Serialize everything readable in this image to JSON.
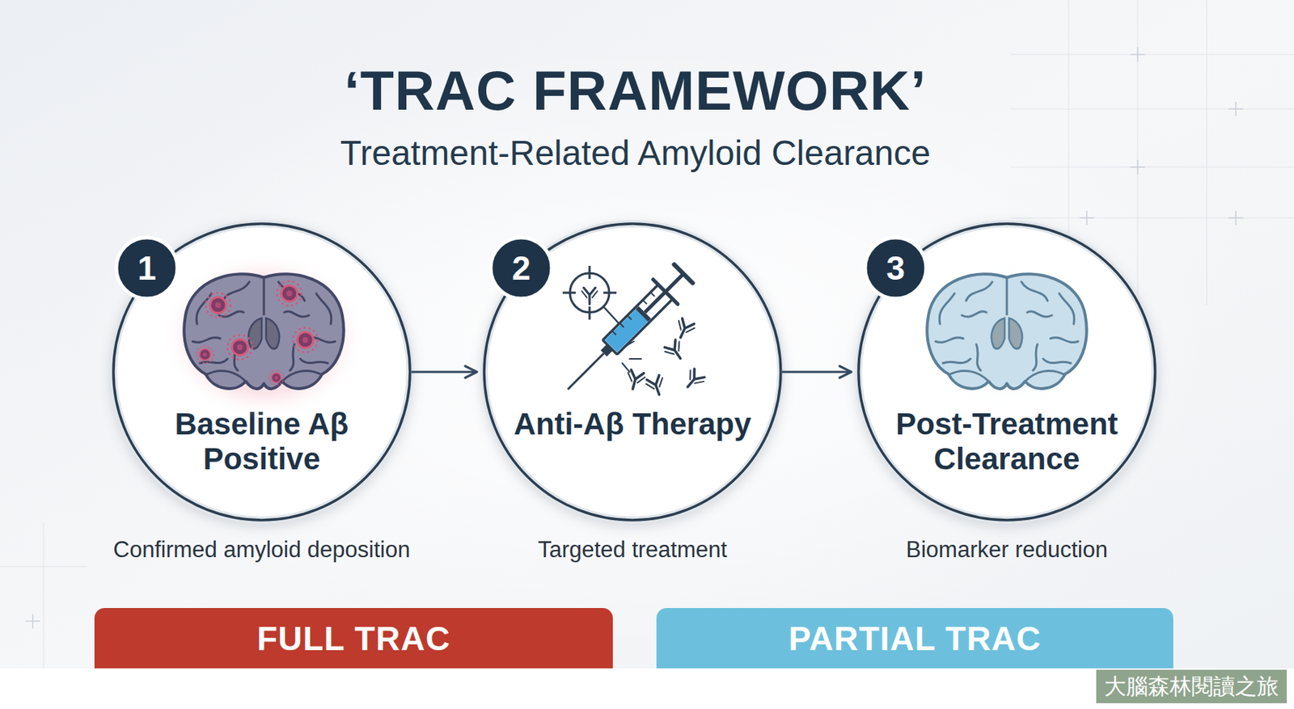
{
  "diagram": {
    "title": "‘TRAC FRAMEWORK’",
    "nodes": [
      {
        "text": [
          "Baseline Aβ Positive",
          "Confirmed amyloid deposition"
        ]
      },
      {
        "text": [
          "Anti-Aβ Therapy",
          "Targeted treatment"
        ]
      },
      {
        "text": [
          "Post-Treatment Clearance",
          "Biomarker reduction"
        ]
      },
      {
        "text": [
          "FULL TRAC"
        ]
      },
      {
        "text": [
          "PARTIAL TRAC"
        ]
      }
    ],
    "edges": [
      {
        "from": 0,
        "to": 1,
        "arrow": "to"
      },
      {
        "from": 1,
        "to": 2,
        "arrow": "to"
      }
    ],
    "labels": [
      "Treatment-Related Amyloid Clearance",
      "1",
      "2",
      "3",
      "大腦森林閱讀之旅"
    ]
  }
}
